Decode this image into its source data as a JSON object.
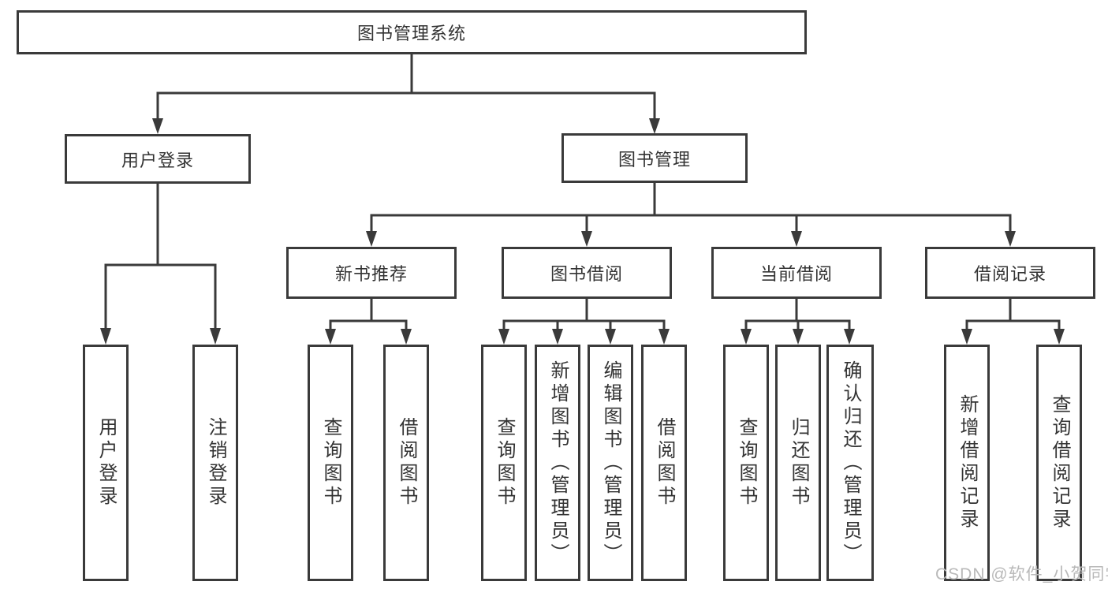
{
  "tree": {
    "root": {
      "label": "图书管理系统",
      "children": [
        {
          "label": "用户登录",
          "children": [
            {
              "label": "用户登录"
            },
            {
              "label": "注销登录"
            }
          ]
        },
        {
          "label": "图书管理",
          "children": [
            {
              "label": "新书推荐",
              "children": [
                {
                  "label": "查询图书"
                },
                {
                  "label": "借阅图书"
                }
              ]
            },
            {
              "label": "图书借阅",
              "children": [
                {
                  "label": "查询图书"
                },
                {
                  "label": "新增图书（管理员）"
                },
                {
                  "label": "编辑图书（管理员）"
                },
                {
                  "label": "借阅图书"
                }
              ]
            },
            {
              "label": "当前借阅",
              "children": [
                {
                  "label": "查询图书"
                },
                {
                  "label": "归还图书"
                },
                {
                  "label": "确认归还（管理员）"
                }
              ]
            },
            {
              "label": "借阅记录",
              "children": [
                {
                  "label": "新增借阅记录"
                },
                {
                  "label": "查询借阅记录"
                }
              ]
            }
          ]
        }
      ]
    }
  },
  "watermark": "CSDN @软件_小贺同学",
  "colors": {
    "line": "#3a3a3a",
    "text": "#333333",
    "watermark": "#b9b9b9",
    "background": "#ffffff"
  }
}
